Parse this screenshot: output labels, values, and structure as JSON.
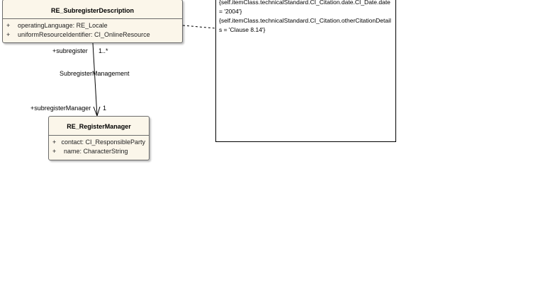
{
  "subregister_description": {
    "name": "RE_SubregisterDescription",
    "attributes": [
      {
        "visibility": "+",
        "text": "operatingLanguage: RE_Locale"
      },
      {
        "visibility": "+",
        "text": "uniformResourceIdentifier: CI_OnlineResource"
      }
    ]
  },
  "register_manager": {
    "name": "RE_RegisterManager",
    "attributes": [
      {
        "visibility": "+",
        "text": "contact: CI_ResponsibleParty"
      },
      {
        "visibility": "+",
        "text": "name: CharacterString"
      }
    ]
  },
  "association": {
    "name": "SubregisterManagement",
    "source_role": "+subregister",
    "source_multiplicity": "1..*",
    "target_role": "+subregisterManager",
    "target_multiplicity": "1"
  },
  "constraint_note": {
    "lines": [
      "{self.itemClass.technicalStandard.CI_Citation.date.CI_Date.date = '2004'}",
      "{self.itemClass.technicalStandard.CI_Citation.otherCitationDetails = 'Clause 8.14'}"
    ]
  }
}
